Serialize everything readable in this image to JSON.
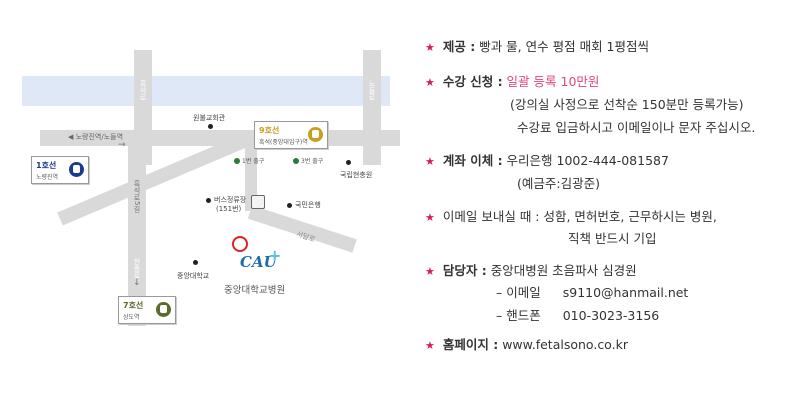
{
  "map": {
    "roads": {
      "north_label": "노량진역/노들역",
      "vertical_left": "흑석로",
      "vertical_mid": "흑석로5길",
      "vertical_lower": "현충로",
      "vertical_right": "서달로",
      "vertical_right2": "노들로",
      "diagonal": "흑석로"
    },
    "places": {
      "church": "원불교회관",
      "bus_stop": "버스정류장",
      "bus_no": "(151번)",
      "bank": "국민은행",
      "cemetery": "국립현충원",
      "university": "중앙대학교",
      "hospital": "중앙대학교병원",
      "logo_text": "CAU"
    },
    "exits": {
      "exit_a": "1번 출구",
      "exit_b": "3번 출구"
    },
    "stations": {
      "line1": {
        "line": "1호선",
        "name": "노량진역"
      },
      "line9": {
        "line": "9호선",
        "name": "흑석(중앙대입구)역"
      },
      "line7": {
        "line": "7호선",
        "name": "상도역"
      }
    },
    "colors": {
      "line1": "#1b3a8a",
      "line9": "#c8a020",
      "line7": "#5a6b2a",
      "river": "#dfe8f6",
      "road": "#d9d9d9"
    }
  },
  "info": {
    "star": "★",
    "r1_label": "제공 :",
    "r1_text": " 빵과 물, 연수 평점 매회 1평점씩",
    "r2_label": "수강 신청 :",
    "r2_text": " 일괄 등록 10만원",
    "r2_sub1": "(강의실 사정으로 선착순 150분만 등록가능)",
    "r2_sub2": "수강료 입금하시고 이메일이나 문자 주십시오.",
    "r3_label": "계좌 이체 :",
    "r3_text": " 우리은행   1002-444-081587",
    "r3_sub1": "(예금주:김광준)",
    "r4_text": "이메일 보내실 때 : 성함, 면허번호, 근무하시는 병원,",
    "r4_sub1": "직책 반드시 기입",
    "r5_label": "담당자 :",
    "r5_text": " 중앙대병원 초음파사 심경원",
    "r5_sub1_label": "– 이메일",
    "r5_sub1_value": "s9110@hanmail.net",
    "r5_sub2_label": "– 핸드폰",
    "r5_sub2_value": "010-3023-3156",
    "r6_label": "홈페이지 :",
    "r6_text": " www.fetalsono.co.kr"
  }
}
